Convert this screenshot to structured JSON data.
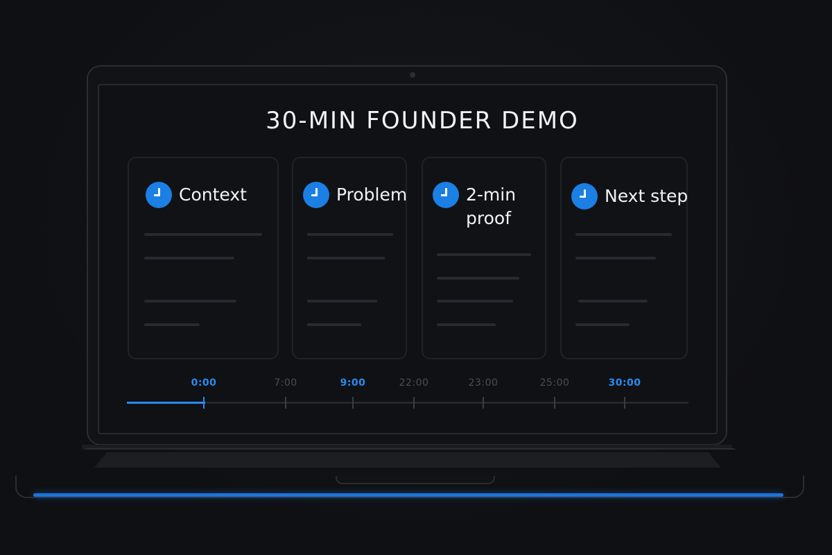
{
  "title": "30-MIN FOUNDER DEMO",
  "accent_color": "#1b7fe3",
  "cards": [
    {
      "label": "Context",
      "icon": "clock-icon"
    },
    {
      "label": "Problem",
      "icon": "clock-icon"
    },
    {
      "label": "2-min proof",
      "icon": "clock-icon"
    },
    {
      "label": "Next step",
      "icon": "clock-icon"
    }
  ],
  "timeline": {
    "ticks": [
      {
        "label": "0:00",
        "active": true
      },
      {
        "label": "7:00",
        "active": false
      },
      {
        "label": "9:00",
        "active": true
      },
      {
        "label": "22:00",
        "active": false
      },
      {
        "label": "23:00",
        "active": false
      },
      {
        "label": "25:00",
        "active": false
      },
      {
        "label": "30:00",
        "active": true
      }
    ],
    "progress_fraction": 0.14
  }
}
